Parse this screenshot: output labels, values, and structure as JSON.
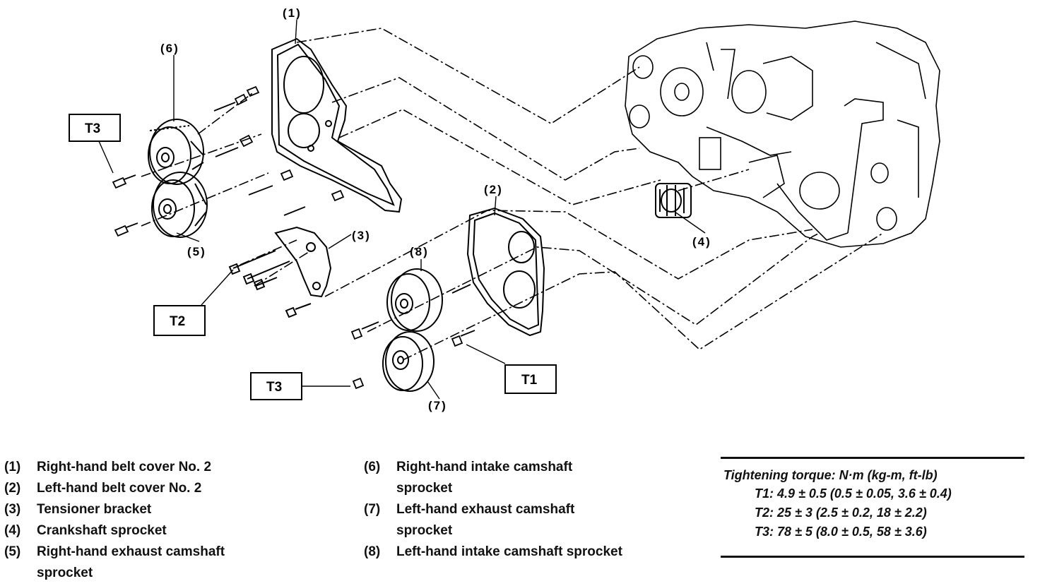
{
  "callouts": {
    "c1": "(1)",
    "c2": "(2)",
    "c3": "(3)",
    "c4": "(4)",
    "c5": "(5)",
    "c6": "(6)",
    "c7": "(7)",
    "c8": "(8)"
  },
  "torque_boxes": {
    "t1": "T1",
    "t2": "T2",
    "t3_upper": "T3",
    "t3_lower": "T3"
  },
  "legend": {
    "left": [
      {
        "num": "(1)",
        "text": "Right-hand belt cover No. 2"
      },
      {
        "num": "(2)",
        "text": "Left-hand belt cover No. 2"
      },
      {
        "num": "(3)",
        "text": "Tensioner bracket"
      },
      {
        "num": "(4)",
        "text": "Crankshaft sprocket"
      },
      {
        "num": "(5)",
        "text": "Right-hand exhaust camshaft sprocket"
      }
    ],
    "right": [
      {
        "num": "(6)",
        "text": "Right-hand intake camshaft sprocket"
      },
      {
        "num": "(7)",
        "text": "Left-hand exhaust camshaft sprocket"
      },
      {
        "num": "(8)",
        "text": "Left-hand intake camshaft sprocket"
      }
    ]
  },
  "torque_table": {
    "title": "Tightening torque: N·m (kg-m, ft-lb)",
    "t1": "T1: 4.9 ± 0.5 (0.5 ± 0.05, 3.6 ± 0.4)",
    "t2": "T2: 25 ± 3 (2.5 ± 0.2, 18 ± 2.2)",
    "t3": "T3: 78 ± 5 (8.0 ± 0.5, 58 ± 3.6)"
  }
}
